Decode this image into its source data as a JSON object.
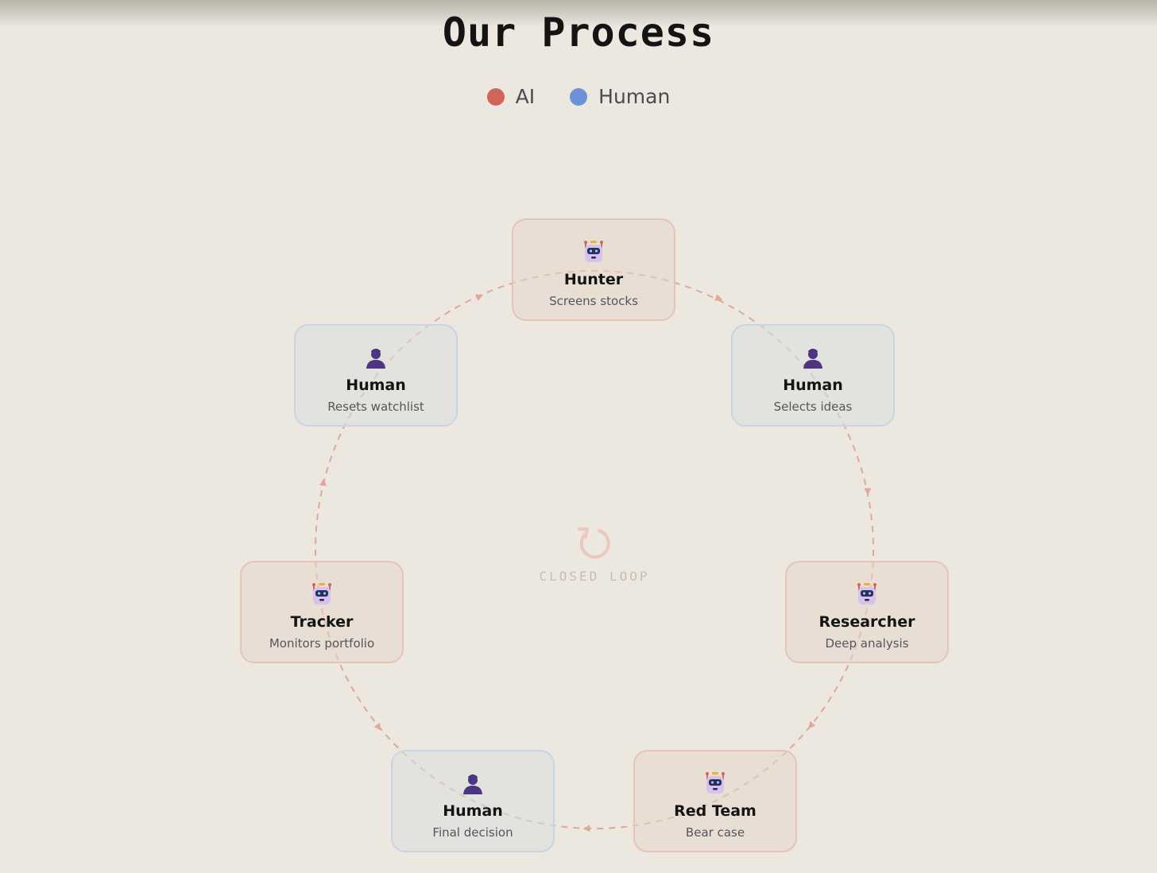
{
  "title": "Our Process",
  "legend": [
    {
      "label": "AI",
      "color": "#d0665a"
    },
    {
      "label": "Human",
      "color": "#6b91d6"
    }
  ],
  "colors": {
    "ai_fill": "#e9ddd2",
    "ai_border": "#e6c3b6",
    "human_fill": "#e3e4e0",
    "human_border": "#c8d4e2",
    "loop_line": "#e0a898"
  },
  "center": {
    "label": "CLOSED LOOP",
    "icon": "loop-arrow-icon"
  },
  "steps": [
    {
      "id": "hunter",
      "type": "AI",
      "icon": "robot-icon",
      "label": "Hunter",
      "description": "Screens stocks"
    },
    {
      "id": "human-select",
      "type": "Human",
      "icon": "person-icon",
      "label": "Human",
      "description": "Selects ideas"
    },
    {
      "id": "researcher",
      "type": "AI",
      "icon": "robot-icon",
      "label": "Researcher",
      "description": "Deep analysis"
    },
    {
      "id": "red-team",
      "type": "AI",
      "icon": "robot-icon",
      "label": "Red Team",
      "description": "Bear case"
    },
    {
      "id": "human-final",
      "type": "Human",
      "icon": "person-icon",
      "label": "Human",
      "description": "Final decision"
    },
    {
      "id": "tracker",
      "type": "AI",
      "icon": "robot-icon",
      "label": "Tracker",
      "description": "Monitors portfolio"
    },
    {
      "id": "human-reset",
      "type": "Human",
      "icon": "person-icon",
      "label": "Human",
      "description": "Resets watchlist"
    }
  ]
}
